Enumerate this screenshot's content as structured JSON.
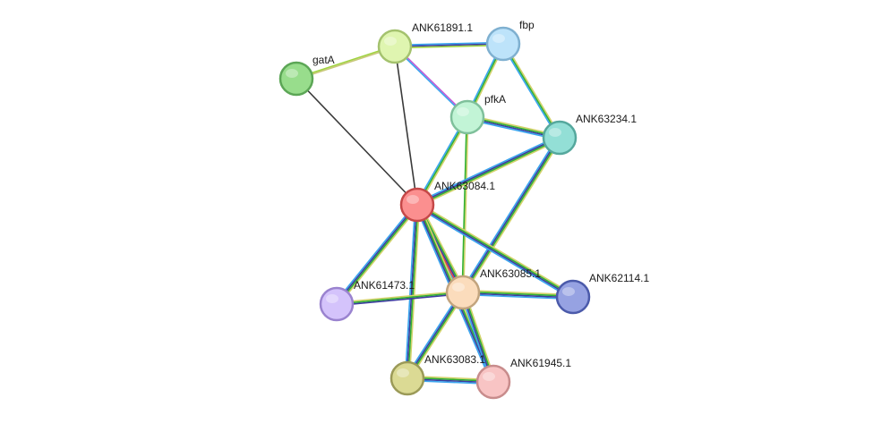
{
  "nodes": [
    {
      "id": "ANK61891.1",
      "label": "ANK61891.1",
      "fill": "#dff5b0",
      "stroke": "#a4c26e"
    },
    {
      "id": "fbp",
      "label": "fbp",
      "fill": "#bde3fa",
      "stroke": "#7fb0d0"
    },
    {
      "id": "gatA",
      "label": "gatA",
      "fill": "#98dd8c",
      "stroke": "#5ca656"
    },
    {
      "id": "pfkA",
      "label": "pfkA",
      "fill": "#c2f4d6",
      "stroke": "#7fc09b"
    },
    {
      "id": "ANK63234.1",
      "label": "ANK63234.1",
      "fill": "#93dfd6",
      "stroke": "#55a89d"
    },
    {
      "id": "ANK63084.1",
      "label": "ANK63084.1",
      "fill": "#fb8f8f",
      "stroke": "#c54848"
    },
    {
      "id": "ANK61473.1",
      "label": "ANK61473.1",
      "fill": "#d4c3fb",
      "stroke": "#9a83cf"
    },
    {
      "id": "ANK63085.1",
      "label": "ANK63085.1",
      "fill": "#fbdcbc",
      "stroke": "#c2a47e"
    },
    {
      "id": "ANK62114.1",
      "label": "ANK62114.1",
      "fill": "#96a2e2",
      "stroke": "#4b5aaa"
    },
    {
      "id": "ANK63083.1",
      "label": "ANK63083.1",
      "fill": "#dbda94",
      "stroke": "#9b9a58"
    },
    {
      "id": "ANK61945.1",
      "label": "ANK61945.1",
      "fill": "#f8c4c4",
      "stroke": "#c88c8c"
    }
  ],
  "edges": [
    {
      "source": "gatA",
      "target": "ANK61891.1",
      "colors": [
        "#9ed33e",
        "#c8c87a"
      ]
    },
    {
      "source": "gatA",
      "target": "ANK63084.1",
      "colors": [
        "#3a3a3a"
      ]
    },
    {
      "source": "ANK61891.1",
      "target": "ANK63084.1",
      "colors": [
        "#3a3a3a"
      ]
    },
    {
      "source": "ANK61891.1",
      "target": "fbp",
      "colors": [
        "#3aa5ee",
        "#3c3c9e",
        "#9ed33e"
      ]
    },
    {
      "source": "ANK61891.1",
      "target": "pfkA",
      "colors": [
        "#c25ad6",
        "#3aa5ee"
      ]
    },
    {
      "source": "fbp",
      "target": "pfkA",
      "colors": [
        "#d2d26a",
        "#31b031",
        "#3aa5ee"
      ]
    },
    {
      "source": "fbp",
      "target": "ANK63234.1",
      "colors": [
        "#d2d26a",
        "#31b031",
        "#3aa5ee"
      ]
    },
    {
      "source": "pfkA",
      "target": "ANK63234.1",
      "colors": [
        "#d2d26a",
        "#31b031",
        "#3c3c9e",
        "#3aa5ee"
      ]
    },
    {
      "source": "pfkA",
      "target": "ANK63084.1",
      "colors": [
        "#d2d26a",
        "#31b031",
        "#3aa5ee"
      ]
    },
    {
      "source": "pfkA",
      "target": "ANK63085.1",
      "colors": [
        "#d2d26a",
        "#31b031"
      ]
    },
    {
      "source": "ANK63234.1",
      "target": "ANK63084.1",
      "colors": [
        "#d2d26a",
        "#31b031",
        "#3c3c9e",
        "#3aa5ee"
      ]
    },
    {
      "source": "ANK63234.1",
      "target": "ANK63085.1",
      "colors": [
        "#d2d26a",
        "#31b031",
        "#3c3c9e",
        "#3aa5ee"
      ]
    },
    {
      "source": "ANK63084.1",
      "target": "ANK61473.1",
      "colors": [
        "#d2d26a",
        "#31b031",
        "#3c3c9e",
        "#3aa5ee"
      ]
    },
    {
      "source": "ANK63084.1",
      "target": "ANK63085.1",
      "colors": [
        "#d2d26a",
        "#31b031",
        "#3c3c9e",
        "#e04040",
        "#3aa5ee"
      ]
    },
    {
      "source": "ANK63084.1",
      "target": "ANK62114.1",
      "colors": [
        "#d2d26a",
        "#31b031",
        "#3c3c9e",
        "#3aa5ee"
      ]
    },
    {
      "source": "ANK63084.1",
      "target": "ANK63083.1",
      "colors": [
        "#d2d26a",
        "#31b031",
        "#3c3c9e",
        "#3aa5ee"
      ]
    },
    {
      "source": "ANK63084.1",
      "target": "ANK61945.1",
      "colors": [
        "#d2d26a",
        "#31b031",
        "#3c3c9e",
        "#3aa5ee"
      ]
    },
    {
      "source": "ANK61473.1",
      "target": "ANK63085.1",
      "colors": [
        "#d2d26a",
        "#31b031",
        "#3c3c9e"
      ]
    },
    {
      "source": "ANK63085.1",
      "target": "ANK62114.1",
      "colors": [
        "#d2d26a",
        "#31b031",
        "#3c3c9e",
        "#3aa5ee"
      ]
    },
    {
      "source": "ANK63085.1",
      "target": "ANK63083.1",
      "colors": [
        "#d2d26a",
        "#31b031",
        "#3c3c9e",
        "#3aa5ee"
      ]
    },
    {
      "source": "ANK63085.1",
      "target": "ANK61945.1",
      "colors": [
        "#d2d26a",
        "#31b031",
        "#3c3c9e",
        "#3aa5ee"
      ]
    },
    {
      "source": "ANK63083.1",
      "target": "ANK61945.1",
      "colors": [
        "#d2d26a",
        "#31b031",
        "#3c3c9e",
        "#3aa5ee"
      ]
    }
  ]
}
